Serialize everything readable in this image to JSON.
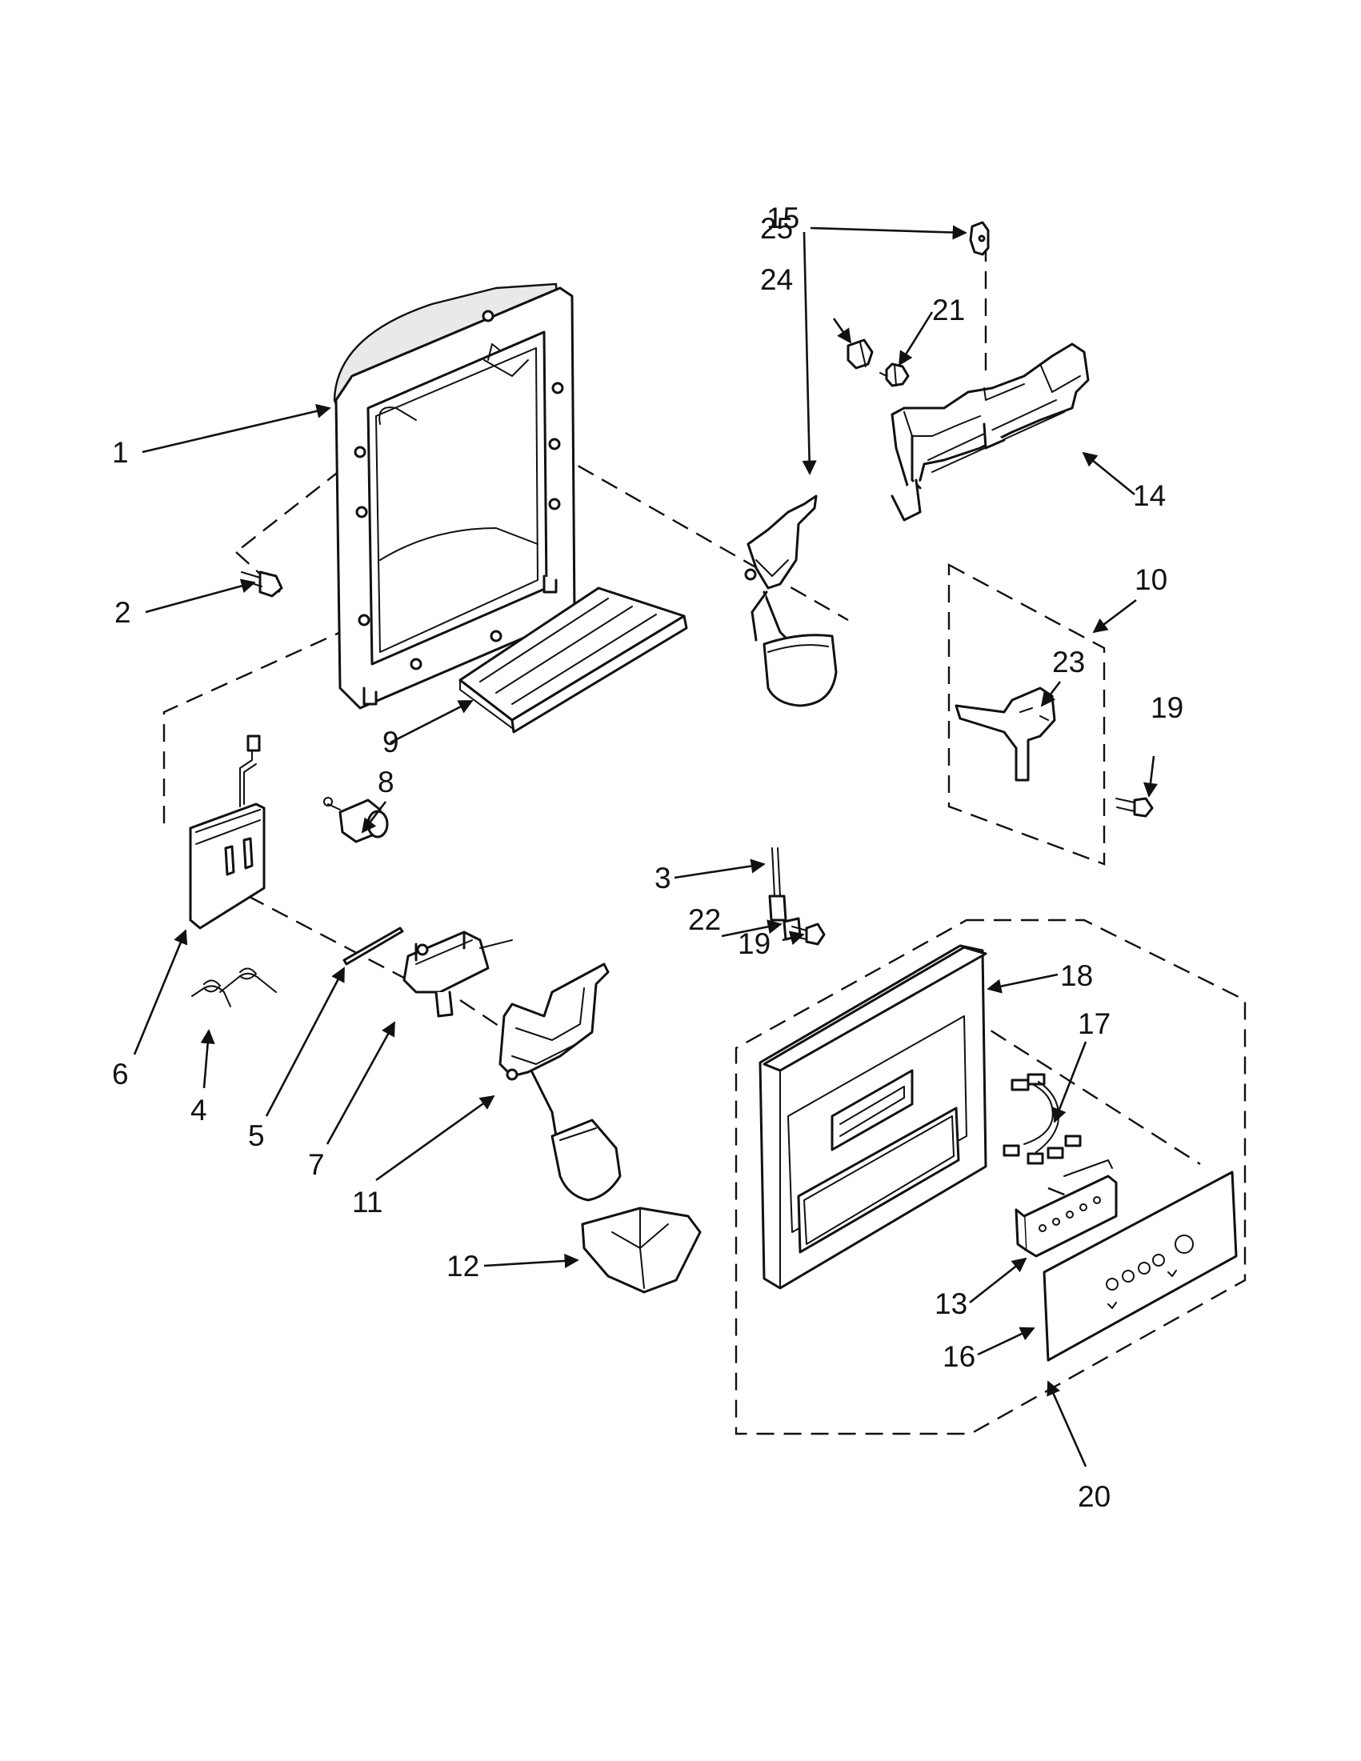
{
  "callouts": [
    {
      "id": "c1",
      "label": "1"
    },
    {
      "id": "c2",
      "label": "2"
    },
    {
      "id": "c3",
      "label": "3"
    },
    {
      "id": "c4",
      "label": "4"
    },
    {
      "id": "c5",
      "label": "5"
    },
    {
      "id": "c6",
      "label": "6"
    },
    {
      "id": "c7",
      "label": "7"
    },
    {
      "id": "c8",
      "label": "8"
    },
    {
      "id": "c9",
      "label": "9"
    },
    {
      "id": "c10",
      "label": "10"
    },
    {
      "id": "c11",
      "label": "11"
    },
    {
      "id": "c12",
      "label": "12"
    },
    {
      "id": "c13",
      "label": "13"
    },
    {
      "id": "c14",
      "label": "14"
    },
    {
      "id": "c15",
      "label": "15"
    },
    {
      "id": "c16",
      "label": "16"
    },
    {
      "id": "c17",
      "label": "17"
    },
    {
      "id": "c18",
      "label": "18"
    },
    {
      "id": "c19a",
      "label": "19"
    },
    {
      "id": "c19b",
      "label": "19"
    },
    {
      "id": "c20",
      "label": "20"
    },
    {
      "id": "c21",
      "label": "21"
    },
    {
      "id": "c22",
      "label": "22"
    },
    {
      "id": "c23",
      "label": "23"
    },
    {
      "id": "c24",
      "label": "24"
    },
    {
      "id": "c25",
      "label": "25"
    }
  ]
}
